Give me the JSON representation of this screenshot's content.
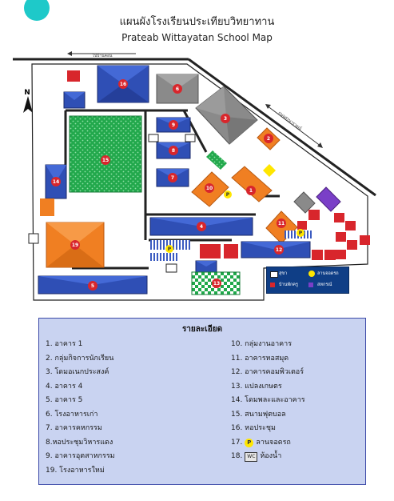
{
  "title_th": "แผนผังโรงเรียนประเทียบวิทยาทาน",
  "title_en": "Prateab Wittayatan School Map",
  "roads": {
    "top_road_label": "ไปบ้านคอน",
    "side_road_label": "ถนนสุรนารายณ์"
  },
  "map_labels": {
    "compass": "N",
    "b1": "1",
    "b2": "2",
    "b3": "3",
    "b4": "4",
    "b5": "5",
    "b6": "6",
    "b7": "7",
    "b8": "8",
    "b9": "9",
    "b10": "10",
    "b11": "11",
    "b12": "12",
    "b13": "13",
    "b14": "14",
    "b15": "15",
    "b16": "16",
    "b19": "19",
    "parking": "P",
    "toilet": "🚻"
  },
  "inset_legend": {
    "toilet_label": "สุขา",
    "parking_label": "ลานจอดรถ",
    "housing_label": "บ้านพักครู",
    "coop_label": "สหกรณ์"
  },
  "legend": {
    "title": "รายละเอียด",
    "left": [
      "1. อาคาร 1",
      "2. กลุ่มกิจการนักเรียน",
      "3. โดมอเนกประสงค์",
      "4. อาคาร 4",
      "5. อาคาร 5",
      "6. โรงอาหารเก่า",
      "7. อาคารคหกรรม",
      "8.หอประชุมวิหารแดง",
      "9. อาคารอุตสาหกรรม",
      "19. โรงอาหารใหม่"
    ],
    "right": [
      "10. กลุ่มงานอาคาร",
      "11. อาคารหอสมุด",
      "12. อาคารคอมพิวเตอร์",
      "13. แปลงเกษตร",
      "14. โดมพละและอาคาร",
      "15. สนามฟุตบอล",
      "16. หอประชุม"
    ],
    "item17_prefix": "17.",
    "item17_text": "ลานจอดรถ",
    "item18_prefix": "18.",
    "item18_text": "ห้องน้ำ"
  },
  "colors": {
    "blue_building": "#2f4fb5",
    "orange_building": "#f07f22",
    "red_house": "#d8262c",
    "grey_building": "#8a8a8a",
    "green_field": "#1aa34a",
    "road": "#222222",
    "legend_bg": "#c9d3f1"
  }
}
